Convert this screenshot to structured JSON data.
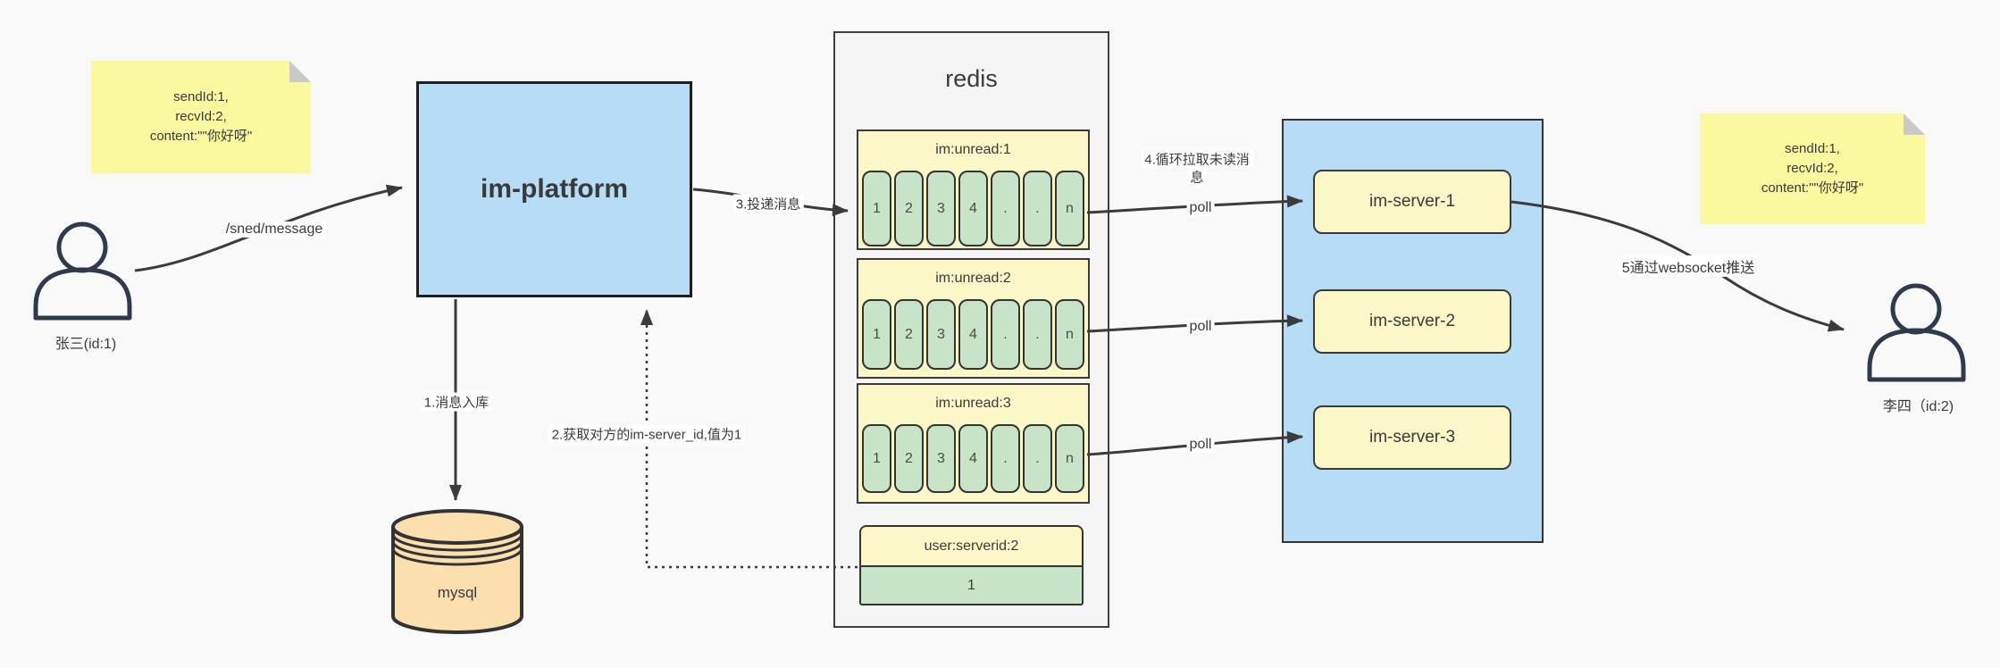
{
  "colors": {
    "background": "#f9f9f9",
    "note_bg": "#faf9a0",
    "note_fold": "#c9c9c9",
    "blue_fill": "#b7dcf5",
    "yellow_fill": "#fbf7c6",
    "green_fill": "#c8e4c8",
    "db_fill": "#fbdfae",
    "panel_fill": "#f5f5f5",
    "line": "#3b3b3b",
    "text": "#3a3a3a"
  },
  "notes": {
    "left": {
      "lines": [
        "sendId:1,",
        "recvId:2,",
        "content:\"\"你好呀\""
      ]
    },
    "right": {
      "lines": [
        "sendId:1,",
        "recvId:2,",
        "content:\"\"你好呀\""
      ]
    }
  },
  "actors": {
    "sender": "张三(id:1)",
    "receiver": "李四（id:2)"
  },
  "platform": "im-platform",
  "database": "mysql",
  "redis": {
    "title": "redis",
    "queues": [
      {
        "name": "im:unread:1",
        "cells": [
          "1",
          "2",
          "3",
          "4",
          ".",
          ".",
          "n"
        ]
      },
      {
        "name": "im:unread:2",
        "cells": [
          "1",
          "2",
          "3",
          "4",
          ".",
          ".",
          "n"
        ]
      },
      {
        "name": "im:unread:3",
        "cells": [
          "1",
          "2",
          "3",
          "4",
          ".",
          ".",
          "n"
        ]
      }
    ],
    "mapping": {
      "key": "user:serverid:2",
      "value": "1"
    }
  },
  "servers": [
    "im-server-1",
    "im-server-2",
    "im-server-3"
  ],
  "labels": {
    "send": "/sned/message",
    "store": "1.消息入库",
    "fetch": "2.获取对方的im-server_id,值为1",
    "deliver": "3.投递消息",
    "pull_line1": "4.循环拉取未读消",
    "pull_line2": "息",
    "poll": "poll",
    "push": "5通过websocket推送"
  }
}
